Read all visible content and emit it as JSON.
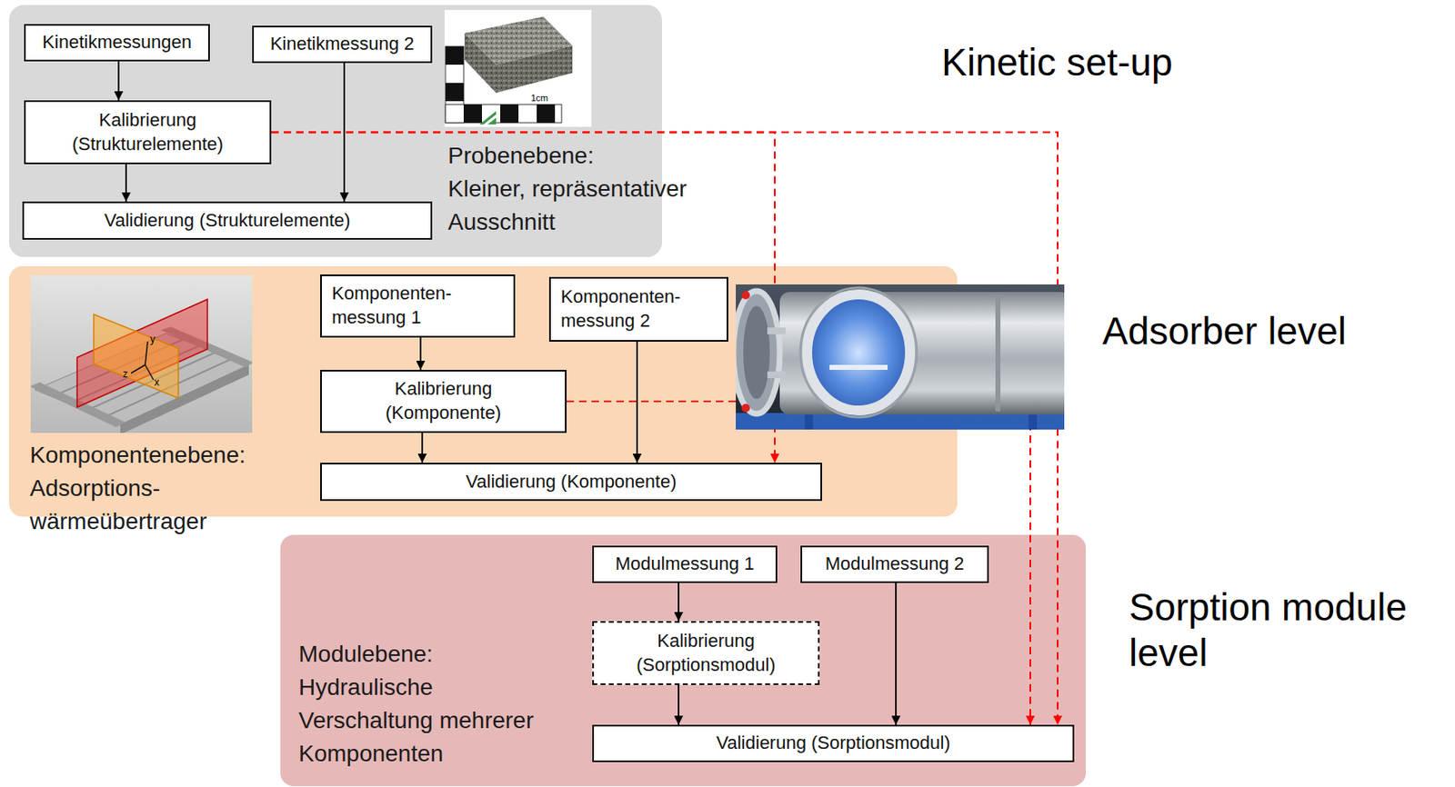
{
  "diagram": {
    "nodes": [
      {
        "text": [
          "Probenebene:",
          "Kleiner, repräsentativer Ausschnitt"
        ]
      },
      {
        "text": [
          "Kinetikmessungen"
        ],
        "in": 0
      },
      {
        "text": [
          "Kinetikmessung 2"
        ],
        "in": 0
      },
      {
        "text": [
          "Kalibrierung (Strukturelemente)"
        ],
        "in": 0
      },
      {
        "text": [
          "Validierung (Strukturelemente)"
        ],
        "in": 0
      },
      {
        "text": [
          "Komponentenebene:",
          "Adsorptions- wärmeübertrager"
        ]
      },
      {
        "text": [
          "Komponenten- messung 1"
        ],
        "in": 5
      },
      {
        "text": [
          "Komponenten- messung 2"
        ],
        "in": 5
      },
      {
        "text": [
          "Kalibrierung (Komponente)"
        ],
        "in": 5
      },
      {
        "text": [
          "Validierung (Komponente)"
        ],
        "in": 5
      },
      {
        "text": [
          "Modulebene:",
          "Hydraulische Verschaltung mehrerer Komponenten"
        ]
      },
      {
        "text": [
          "Modulmessung 1"
        ],
        "in": 10
      },
      {
        "text": [
          "Modulmessung 2"
        ],
        "in": 10
      },
      {
        "text": [
          "Kalibrierung (Sorptionsmodul)"
        ],
        "in": 10
      },
      {
        "text": [
          "Validierung (Sorptionsmodul)"
        ],
        "in": 10
      }
    ],
    "edges": [
      {
        "from": 1,
        "to": 3,
        "arrow": "to"
      },
      {
        "from": 3,
        "to": 4,
        "arrow": "to"
      },
      {
        "from": 2,
        "to": 4,
        "arrow": "to"
      },
      {
        "from": 3,
        "to": 9,
        "arrow": "to"
      },
      {
        "from": 3,
        "to": 14,
        "arrow": "to"
      },
      {
        "from": 6,
        "to": 8,
        "arrow": "to"
      },
      {
        "from": 8,
        "to": 9,
        "arrow": "to"
      },
      {
        "from": 7,
        "to": 9,
        "arrow": "to"
      },
      {
        "from": 8,
        "to": 14,
        "arrow": "to"
      },
      {
        "from": 11,
        "to": 13,
        "arrow": "to"
      },
      {
        "from": 13,
        "to": 14,
        "arrow": "to"
      },
      {
        "from": 12,
        "to": 14,
        "arrow": "to"
      }
    ],
    "labels": [
      "Kinetic set-up",
      "Adsorber level",
      "Sorption module level",
      "1cm",
      "y",
      "z",
      "x"
    ]
  }
}
